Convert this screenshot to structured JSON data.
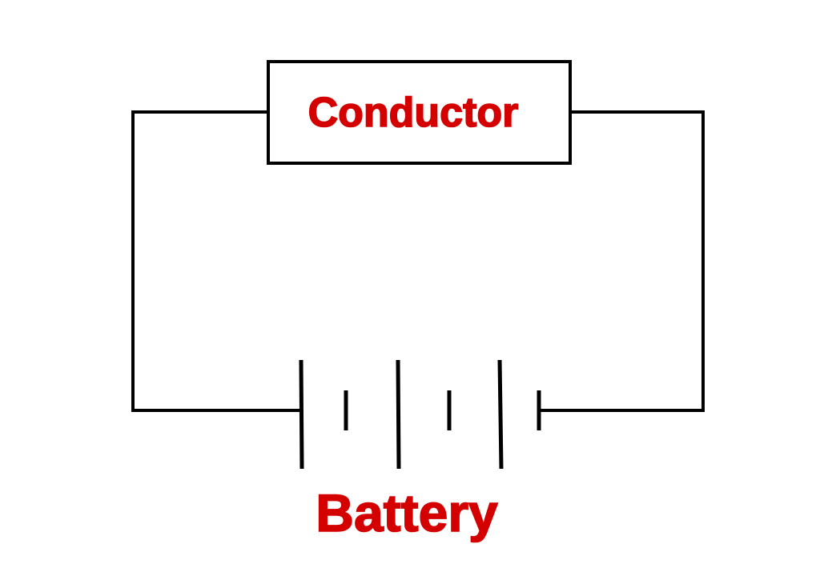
{
  "diagram": {
    "type": "circuit",
    "components": {
      "conductor": {
        "label": "Conductor"
      },
      "battery": {
        "label": "Battery",
        "cells": 3
      }
    },
    "colors": {
      "wire": "#000000",
      "label": "#d40000",
      "background": "#ffffff"
    }
  }
}
